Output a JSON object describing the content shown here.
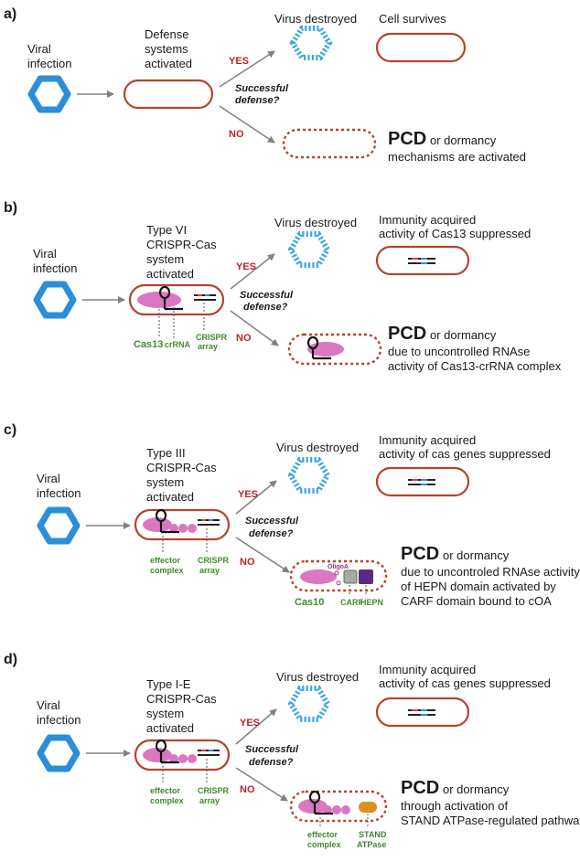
{
  "colors": {
    "cell_outline": "#b5442b",
    "virus_solid": "#2a8fd8",
    "virus_dashed": "#3fa7dc",
    "label_red": "#b4262b",
    "label_green": "#3f8a2e",
    "protein_pink": "#d977c2",
    "arrow_gray": "#808080"
  },
  "icons": [
    "hexagon-virus-icon",
    "dashed-hexagon-destroyed-virus-icon",
    "cell-capsule-icon",
    "hairpin-crrna-icon",
    "crispr-array-icon"
  ],
  "panels": [
    {
      "label": "a)",
      "infection": [
        "Viral",
        "infection"
      ],
      "system": [
        "Defense",
        "systems",
        "activated"
      ],
      "yes": "YES",
      "no": "NO",
      "question": [
        "Successful",
        "defense?"
      ],
      "virus_destroyed": "Virus destroyed",
      "outcome_title": [
        "Cell survives"
      ],
      "pcd": "PCD",
      "pcd_text": [
        "or dormancy",
        "mechanisms are activated"
      ],
      "component_labels": []
    },
    {
      "label": "b)",
      "infection": [
        "Viral",
        "infection"
      ],
      "system": [
        "Type VI",
        "CRISPR-Cas",
        "system",
        "activated"
      ],
      "yes": "YES",
      "no": "NO",
      "question": [
        "Successful",
        "defense?"
      ],
      "virus_destroyed": "Virus destroyed",
      "outcome_title": [
        "Immunity acquired",
        "activity of Cas13 suppressed"
      ],
      "pcd": "PCD",
      "pcd_text": [
        "or dormancy",
        "due to uncontrolled RNAse",
        "activity of Cas13-crRNA complex"
      ],
      "component_labels": [
        "Cas13",
        "crRNA",
        "CRISPR",
        "array"
      ]
    },
    {
      "label": "c)",
      "infection": [
        "Viral",
        "infection"
      ],
      "system": [
        "Type III",
        "CRISPR-Cas",
        "system",
        "activated"
      ],
      "yes": "YES",
      "no": "NO",
      "question": [
        "Successful",
        "defense?"
      ],
      "virus_destroyed": "Virus destroyed",
      "outcome_title": [
        "Immunity acquired",
        "activity of cas genes suppressed"
      ],
      "pcd": "PCD",
      "pcd_text": [
        "or dormancy",
        "due to uncontroled RNAse activity",
        "of HEPN domain activated by",
        "CARF domain bound to cOA"
      ],
      "component_labels": [
        "effector",
        "complex",
        "CRISPR",
        "array",
        "Cas10",
        "CARF",
        "HEPN",
        "OligoA"
      ]
    },
    {
      "label": "d)",
      "infection": [
        "Viral",
        "infection"
      ],
      "system": [
        "Type I-E",
        "CRISPR-Cas",
        "system",
        "activated"
      ],
      "yes": "YES",
      "no": "NO",
      "question": [
        "Successful",
        "defense?"
      ],
      "virus_destroyed": "Virus destroyed",
      "outcome_title": [
        "Immunity acquired",
        "activity of cas genes suppressed"
      ],
      "pcd": "PCD",
      "pcd_text": [
        "or dormancy",
        "through activation of",
        "STAND ATPase-regulated pathway"
      ],
      "component_labels": [
        "effector",
        "complex",
        "CRISPR",
        "array",
        "effector",
        "complex",
        "STAND",
        "ATPase"
      ]
    }
  ]
}
